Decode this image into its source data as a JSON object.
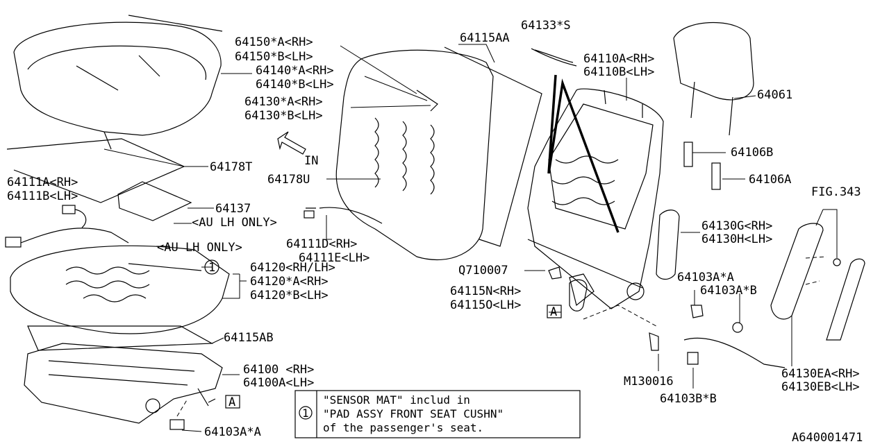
{
  "diagram_id": "A640001471",
  "direction_label": "IN",
  "ref_box_letter": "A",
  "note": {
    "marker": "1",
    "lines": [
      "\"SENSOR MAT\" includ in",
      "\"PAD ASSY FRONT SEAT CUSHN\"",
      "of the passenger's seat."
    ]
  },
  "callouts": {
    "c64133s": "64133*S",
    "c64115aa": "64115AA",
    "c64150a": "64150*A<RH>",
    "c64150b": "64150*B<LH>",
    "c64140a": "64140*A<RH>",
    "c64140b": "64140*B<LH>",
    "c64110a": "64110A<RH>",
    "c64110b": "64110B<LH>",
    "c64061": "64061",
    "c64130a": "64130*A<RH>",
    "c64130b": "64130*B<LH>",
    "c64106b": "64106B",
    "c64106a": "64106A",
    "c64178t": "64178T",
    "c64178u": "64178U",
    "c64111a": "64111A<RH>",
    "c64111b": "64111B<LH>",
    "cfig343": "FIG.343",
    "c64137": "64137",
    "c_au1": "<AU LH ONLY>",
    "c_au2": "<AU LH ONLY>",
    "c64130g": "64130G<RH>",
    "c64130h": "64130H<LH>",
    "c64111d": "64111D<RH>",
    "c64111e": "64111E<LH>",
    "c64120": "64120<RH/LH>",
    "c64120a": "64120*A<RH>",
    "c64120b": "64120*B<LH>",
    "cq710007": "Q710007",
    "c64103a_a_r": "64103A*A",
    "c64103a_b": "64103A*B",
    "c64115n": "64115N<RH>",
    "c64115o": "64115O<LH>",
    "c64115ab": "64115AB",
    "c64100": "64100 <RH>",
    "c64100a": "64100A<LH>",
    "cm130016": "M130016",
    "c64103bb": "64103B*B",
    "c64130ea": "64130EA<RH>",
    "c64130eb": "64130EB<LH>",
    "c64103a_a_b": "64103A*A"
  }
}
